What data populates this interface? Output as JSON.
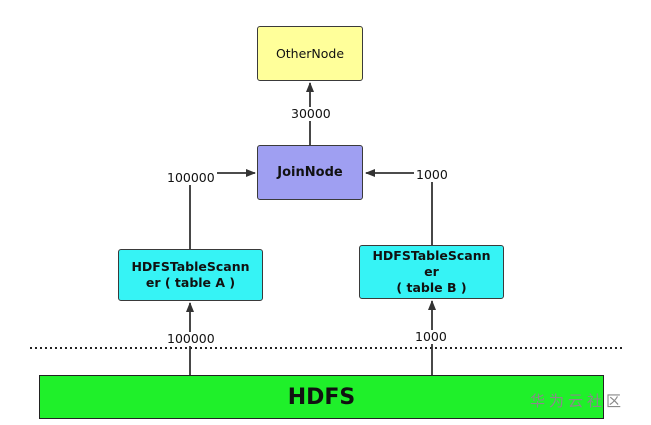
{
  "nodes": {
    "other": "OtherNode",
    "join": "JoinNode",
    "scanA_line1": "HDFSTableScann",
    "scanA_line2": "er ( table A )",
    "scanB_line1": "HDFSTableScann",
    "scanB_line2": "er",
    "scanB_line3": "( table B )",
    "hdfs": "HDFS"
  },
  "edge_labels": {
    "join_to_other": "30000",
    "scanA_to_join": "100000",
    "scanB_to_join": "1000",
    "hdfs_to_scanA": "100000",
    "hdfs_to_scanB": "1000"
  },
  "watermark": "华为云社区",
  "colors": {
    "other_fill": "#ffff9a",
    "join_fill": "#9f9ff2",
    "scan_fill": "#36f3f5",
    "hdfs_fill": "#1ff02a",
    "edge": "#333333"
  }
}
